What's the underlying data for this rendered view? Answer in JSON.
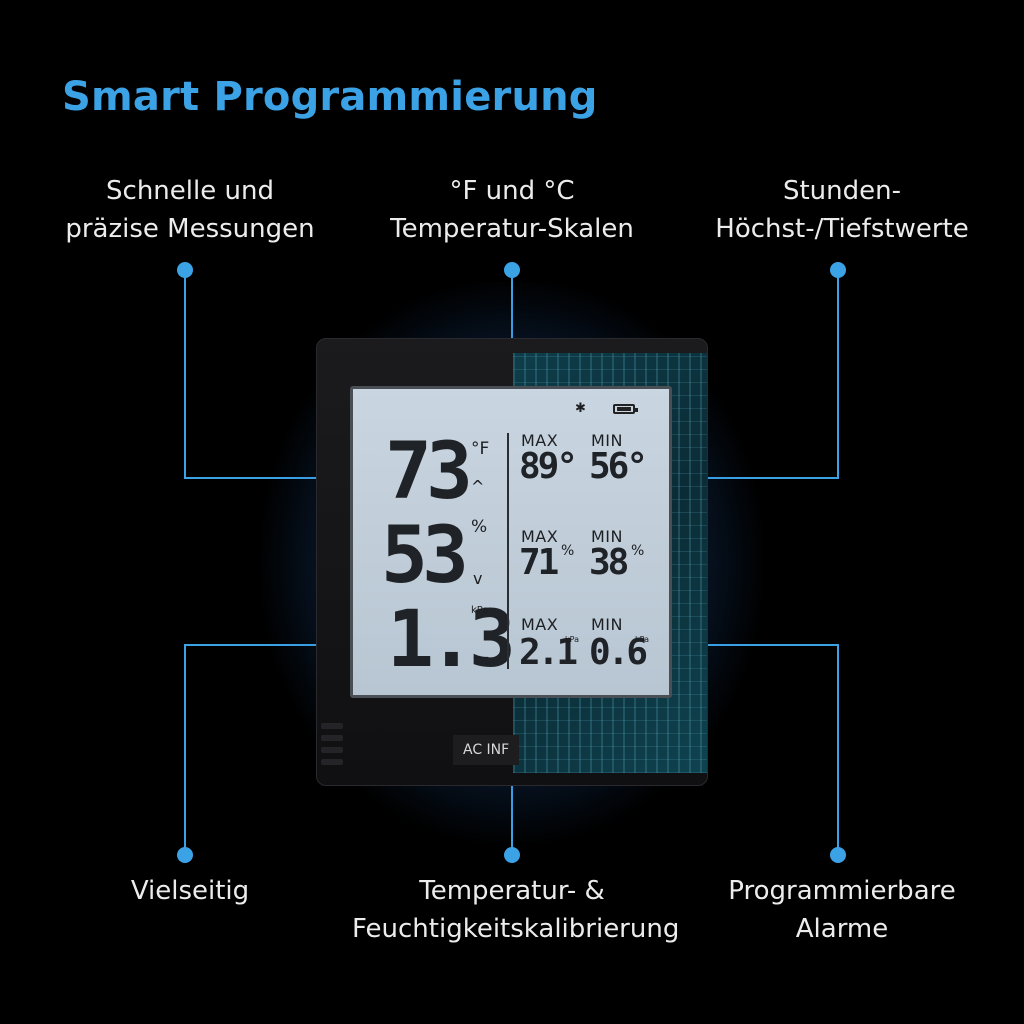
{
  "title": "Smart Programmierung",
  "features": {
    "top_left": [
      "Schnelle und",
      "präzise Messungen"
    ],
    "top_center": [
      "°F und °C",
      "Temperatur-Skalen"
    ],
    "top_right": [
      "Stunden-",
      "Höchst-/Tiefstwerte"
    ],
    "bottom_left": [
      "Vielseitig"
    ],
    "bottom_center": [
      "Temperatur- &",
      "Feuchtigkeitskalibrierung"
    ],
    "bottom_right": [
      "Programmierbare",
      "Alarme"
    ]
  },
  "colors": {
    "accent": "#3ca2e6",
    "text": "#ececec",
    "background": "#000000",
    "lcd": "#c3d0dc"
  },
  "device": {
    "brand_label": "AC INF",
    "icons": [
      "bluetooth-icon",
      "battery-icon"
    ],
    "temperature": {
      "value": "73",
      "unit": "°F",
      "trend": "^"
    },
    "humidity": {
      "value": "53",
      "unit": "%",
      "trend": "v"
    },
    "vpd": {
      "value": "1.3",
      "unit": "kPa",
      "trend": "—"
    },
    "temperature_max": {
      "label": "MAX",
      "value": "89°"
    },
    "temperature_min": {
      "label": "MIN",
      "value": "56°"
    },
    "humidity_max": {
      "label": "MAX",
      "value": "71",
      "unit": "%"
    },
    "humidity_min": {
      "label": "MIN",
      "value": "38",
      "unit": "%"
    },
    "vpd_max": {
      "label": "MAX",
      "value": "2.1",
      "unit": "kPa"
    },
    "vpd_min": {
      "label": "MIN",
      "value": "0.6",
      "unit": "kPa"
    }
  }
}
